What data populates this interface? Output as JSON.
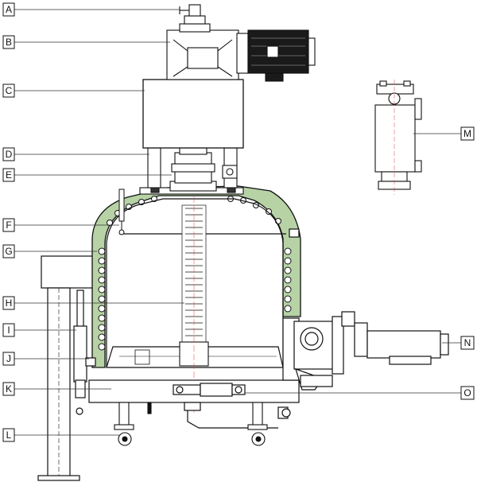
{
  "labels": {
    "A": "A",
    "B": "B",
    "C": "C",
    "D": "D",
    "E": "E",
    "F": "F",
    "G": "G",
    "H": "H",
    "I": "I",
    "J": "J",
    "K": "K",
    "L": "L",
    "M": "M",
    "N": "N",
    "O": "O"
  },
  "colors": {
    "line": "#111111",
    "insulation": "#b7d3a6",
    "motor": "#1a1a1a",
    "leader": "#333333"
  }
}
